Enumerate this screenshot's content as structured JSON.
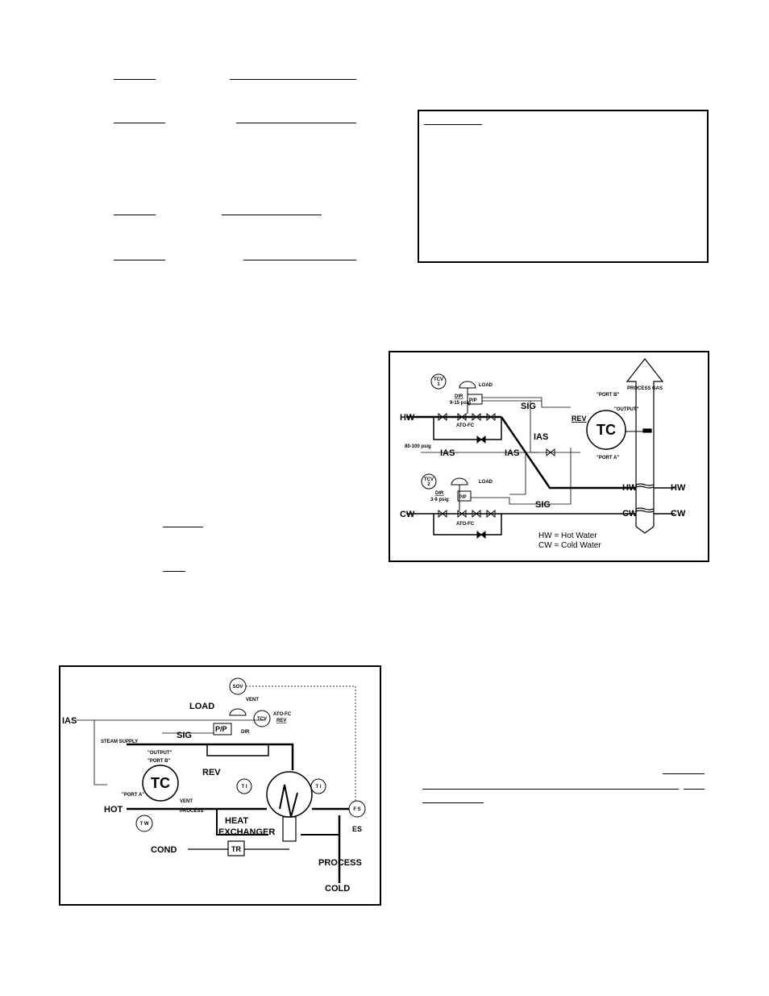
{
  "figure1": {
    "tcv1": "TCV",
    "tcv1_num": "1",
    "load1": "LOAD",
    "dir1": "DIR",
    "psi1": "9-15 psig",
    "pp1": "P/P",
    "sig1": "SIG",
    "hw_in": "HW",
    "atofc1": "ATO-FC",
    "ias_v": "IAS",
    "port_b": "\"PORT B\"",
    "output": "\"OUTPUT\"",
    "rev": "REV",
    "tc": "TC",
    "port_a": "\"PORT A\"",
    "process_gas": "PROCESS GAS",
    "supply": "80-100 psig",
    "ias_l": "IAS",
    "ias_r": "IAS",
    "tcv2": "TCV",
    "tcv2_num": "2",
    "load2": "LOAD",
    "dir2": "DIR",
    "psi2": "3-9 psig",
    "pp2": "P/P",
    "sig2": "SIG",
    "cw_in": "CW",
    "atofc2": "ATO-FC",
    "hw_mid": "HW",
    "hw_out": "HW",
    "cw_mid": "CW",
    "cw_out": "CW",
    "legend_hw": "HW = Hot Water",
    "legend_cw": "CW = Cold Water"
  },
  "figure2": {
    "ias": "IAS",
    "sov": "SOV",
    "vent1": "VENT",
    "load": "LOAD",
    "tcv": "TCV",
    "atofc": "ATO-FC",
    "rev_small": "REV",
    "steam_supply": "STEAM SUPPLY",
    "sig": "SIG",
    "pp": "P/P",
    "dir": "DIR",
    "port_b": "\"PORT B\"",
    "output": "\"OUTPUT\"",
    "tc": "TC",
    "rev": "REV",
    "port_a": "\"PORT A\"",
    "vent2": "VENT",
    "ti1": "T I",
    "ti2": "T I",
    "fs": "F S",
    "es": "ES",
    "hot": "HOT",
    "process_small": "PROCESS",
    "tw": "T W",
    "heat": "HEAT",
    "exchanger": "EXCHANGER",
    "cond": "COND",
    "tr": "TR",
    "process": "PROCESS",
    "cold": "COLD"
  }
}
